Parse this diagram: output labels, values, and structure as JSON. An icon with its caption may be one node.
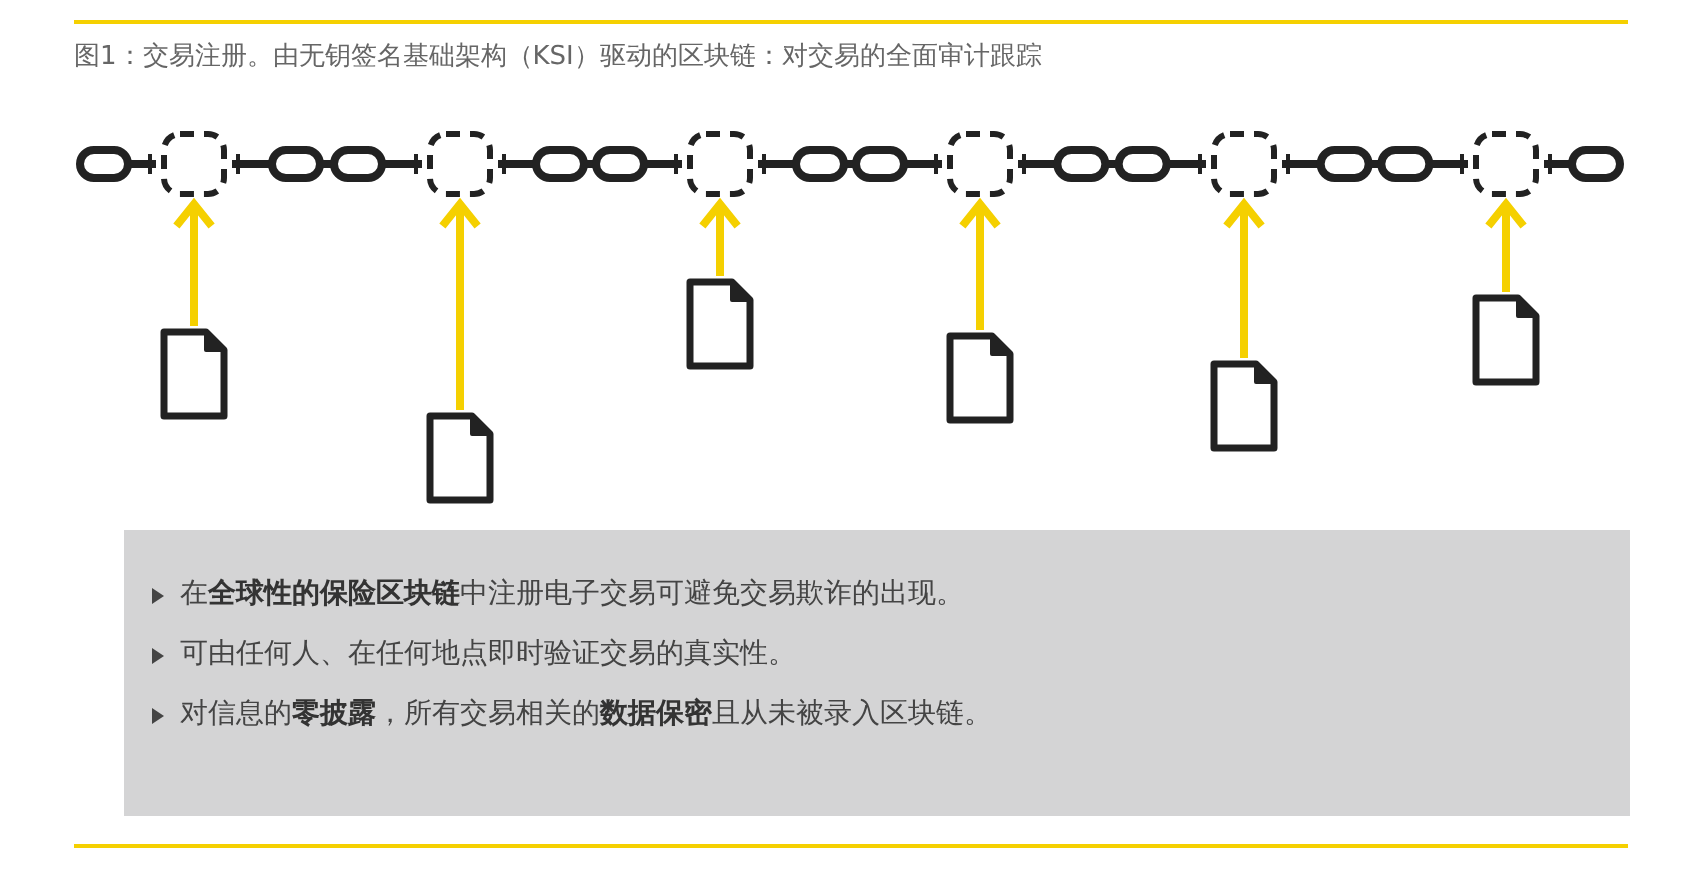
{
  "diagram": {
    "title": "图1：交易注册。由无钥签名基础架构（KSI）驱动的区块链：对交易的全面审计跟踪",
    "nodes": [
      {
        "text": [],
        "shape": "box"
      },
      {
        "text": [],
        "shape": "box"
      },
      {
        "text": [],
        "shape": "box"
      },
      {
        "text": [],
        "shape": "box"
      },
      {
        "text": [],
        "shape": "box"
      },
      {
        "text": [],
        "shape": "box"
      },
      {
        "text": [],
        "shape": "document"
      },
      {
        "text": [],
        "shape": "document"
      },
      {
        "text": [],
        "shape": "document"
      },
      {
        "text": [],
        "shape": "document"
      },
      {
        "text": [],
        "shape": "document"
      },
      {
        "text": [],
        "shape": "document"
      }
    ],
    "edges": [
      {
        "from": 6,
        "to": 0,
        "arrow": "to"
      },
      {
        "from": 7,
        "to": 1,
        "arrow": "to"
      },
      {
        "from": 8,
        "to": 2,
        "arrow": "to"
      },
      {
        "from": 9,
        "to": 3,
        "arrow": "to"
      },
      {
        "from": 10,
        "to": 4,
        "arrow": "to"
      },
      {
        "from": 11,
        "to": 5,
        "arrow": "to"
      }
    ],
    "labels": [
      "在**全球性的保险区块链**中注册电子交易可避免交易欺诈的出现。",
      "可由任何人、在任何地点即时验证交易的真实性。",
      "对信息的**零披露**，所有交易相关的**数据保密**且从未被录入区块链。"
    ]
  }
}
